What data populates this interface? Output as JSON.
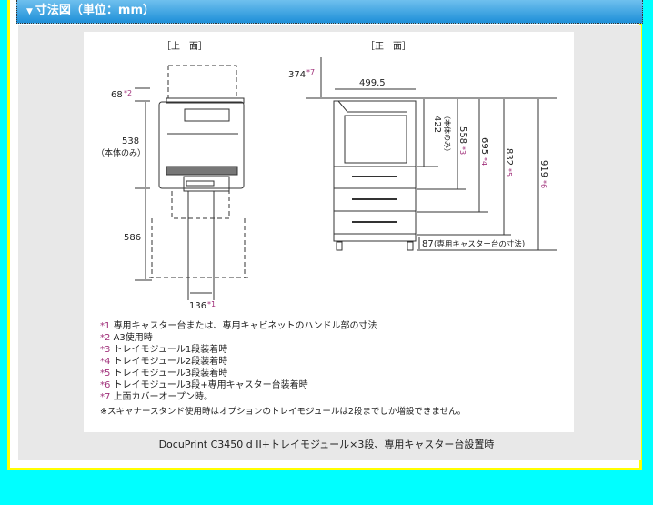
{
  "header": {
    "title": "寸法図（単位：mm）",
    "icon": "triangle-down-icon"
  },
  "figure": {
    "top_view": {
      "title": "［上　面］",
      "dim_68": "68",
      "dim_68_mark": "*2",
      "dim_538": "538",
      "dim_538_note": "（本体のみ）",
      "dim_586": "586",
      "dim_136": "136",
      "dim_136_mark": "*1"
    },
    "front_view": {
      "title": "［正　面］",
      "dim_374": "374",
      "dim_374_mark": "*7",
      "dim_width": "499.5",
      "dim_422": "422",
      "dim_422_note": "（本体のみ）",
      "dim_558": "558",
      "dim_558_mark": "*3",
      "dim_695": "695",
      "dim_695_mark": "*4",
      "dim_832": "832",
      "dim_832_mark": "*5",
      "dim_919": "919",
      "dim_919_mark": "*6",
      "dim_87": "87",
      "dim_87_note": "(専用キャスター台の寸法)"
    }
  },
  "notes": [
    {
      "mark": "*1",
      "text": "専用キャスター台または、専用キャビネットのハンドル部の寸法"
    },
    {
      "mark": "*2",
      "text": "A3使用時"
    },
    {
      "mark": "*3",
      "text": "トレイモジュール1段装着時"
    },
    {
      "mark": "*4",
      "text": "トレイモジュール2段装着時"
    },
    {
      "mark": "*5",
      "text": "トレイモジュール3段装着時"
    },
    {
      "mark": "*6",
      "text": "トレイモジュール3段+専用キャスター台装着時"
    },
    {
      "mark": "*7",
      "text": "上面カバーオープン時。"
    }
  ],
  "footnote": "※スキャナースタンド使用時はオプションのトレイモジュールは2段までしか増設できません。",
  "caption": "DocuPrint C3450 d II+トレイモジュール×3段、専用キャスター台設置時"
}
